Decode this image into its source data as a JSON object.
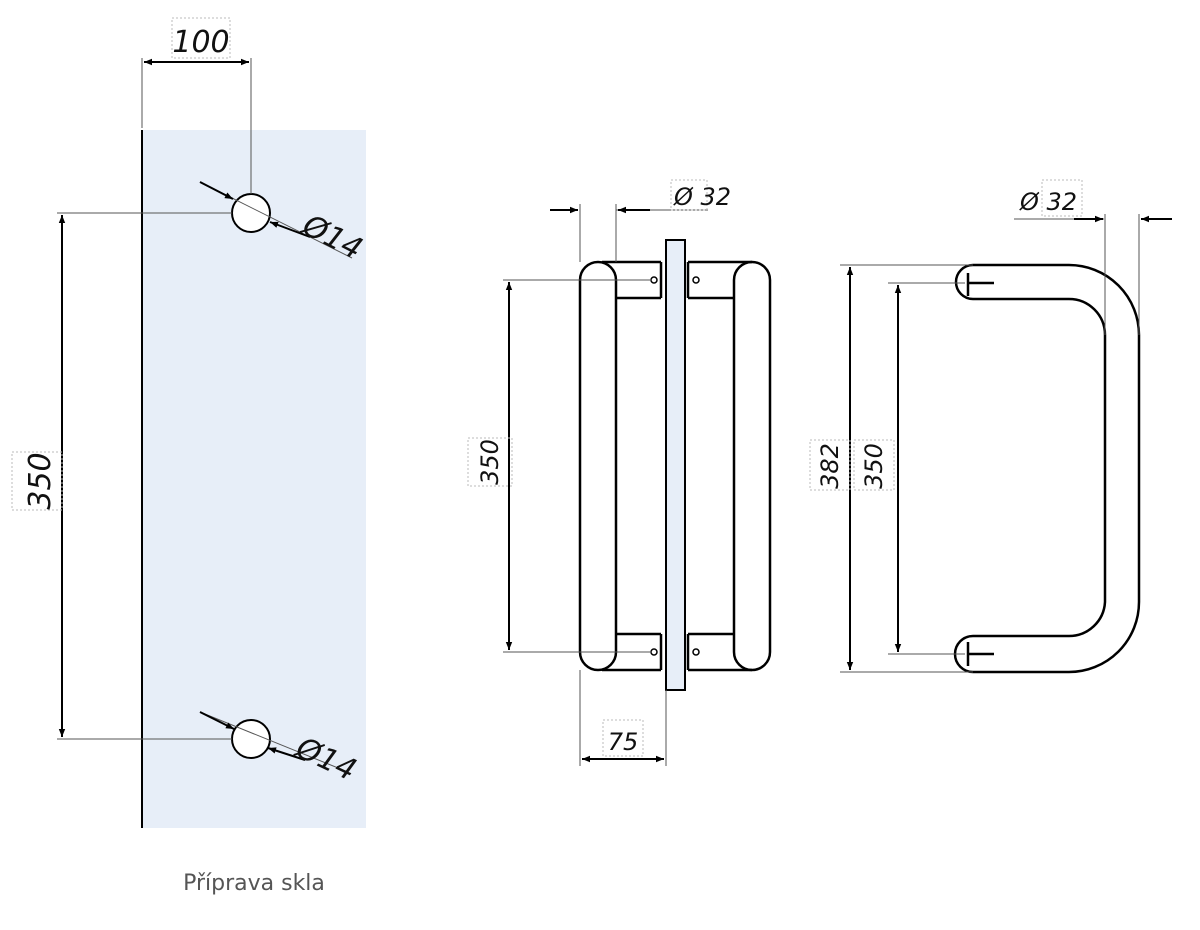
{
  "glass_view": {
    "dim_width": "100",
    "dim_spacing": "350",
    "hole_top_dia": "Ø14",
    "hole_bottom_dia": "Ø14",
    "caption": "Příprava skla"
  },
  "front_view": {
    "dim_diameter": "Ø 32",
    "dim_spacing": "350",
    "dim_projection": "75"
  },
  "side_view": {
    "dim_diameter": "Ø 32",
    "dim_total": "382",
    "dim_spacing": "350"
  },
  "colors": {
    "glass_fill": "#e7eef8",
    "line": "#000000",
    "caption": "#555555"
  }
}
